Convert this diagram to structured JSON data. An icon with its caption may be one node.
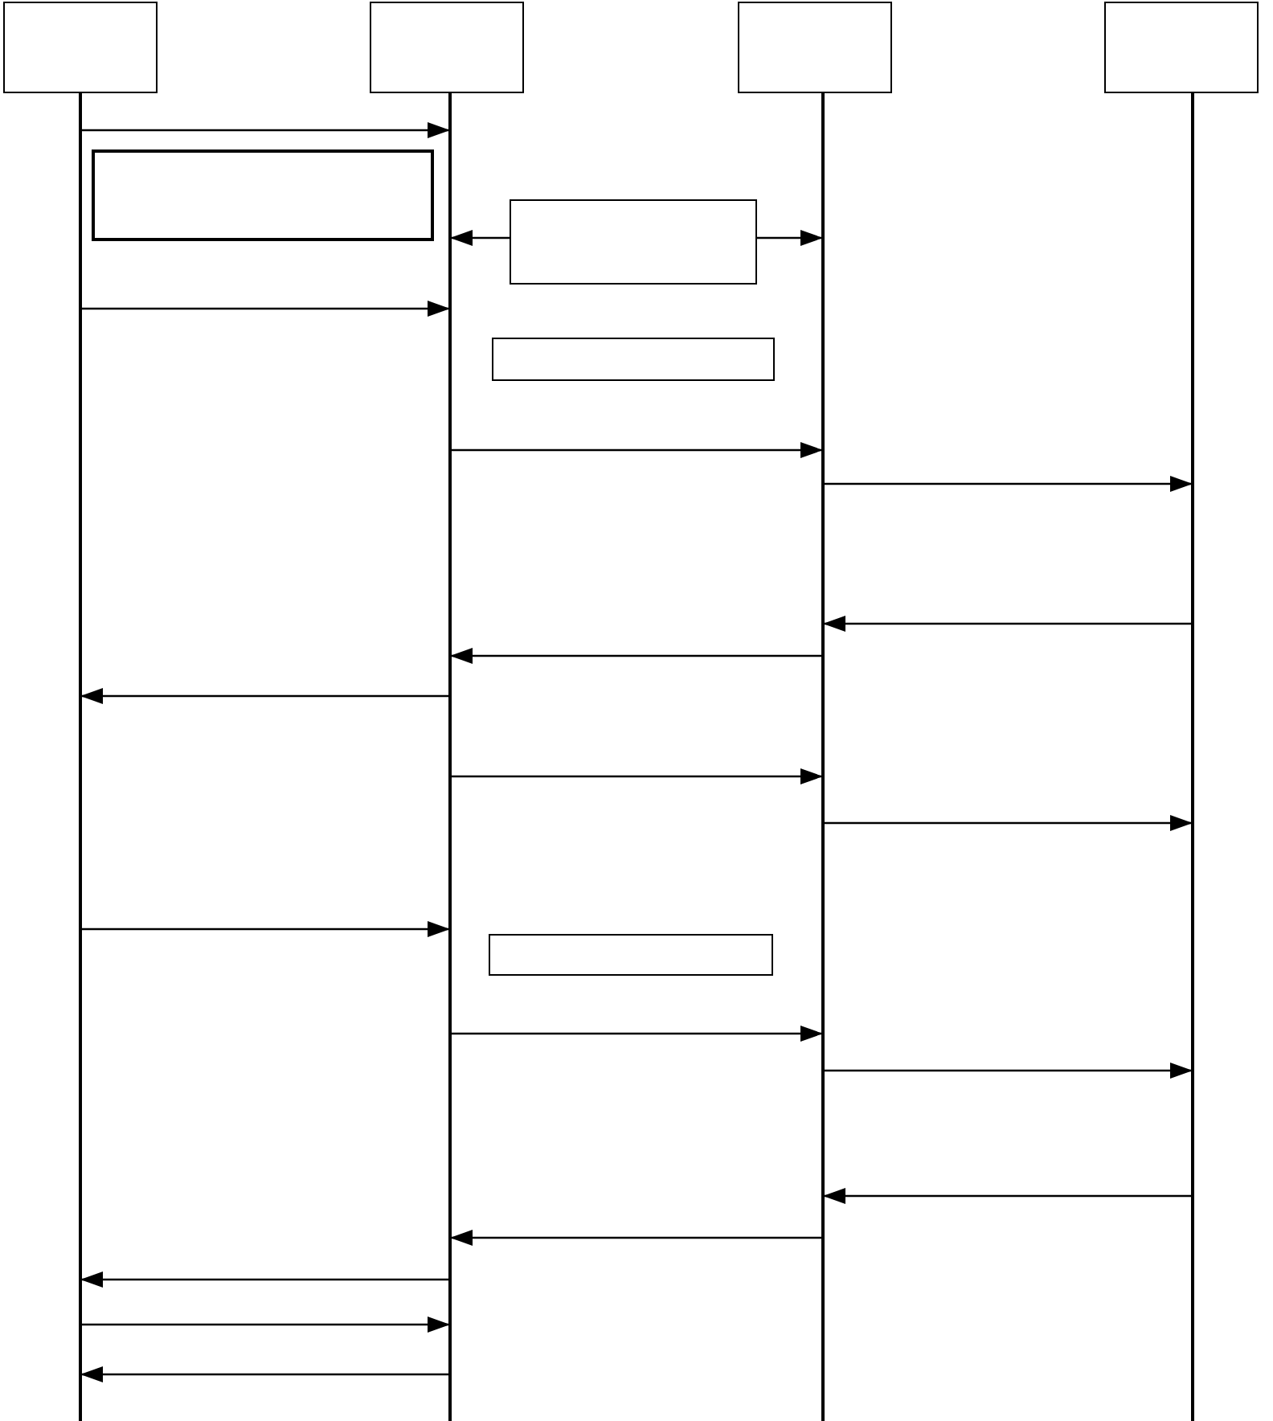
{
  "diagram": {
    "nodes": [
      {
        "text": [],
        "shape": "box"
      },
      {
        "text": [],
        "shape": "box"
      },
      {
        "text": [],
        "shape": "box"
      },
      {
        "text": [],
        "shape": "box"
      },
      {
        "text": [],
        "shape": "box"
      },
      {
        "text": [],
        "shape": "box"
      },
      {
        "text": [],
        "shape": "box"
      },
      {
        "text": [],
        "shape": "box"
      }
    ],
    "edges": [
      {
        "from": 0,
        "to": 1,
        "arrow": "to"
      },
      {
        "from": 0,
        "to": 1,
        "arrow": "to"
      },
      {
        "from": 1,
        "to": 2,
        "arrow": "to"
      },
      {
        "from": 2,
        "to": 3,
        "arrow": "to"
      },
      {
        "from": 3,
        "to": 2,
        "arrow": "to"
      },
      {
        "from": 2,
        "to": 1,
        "arrow": "to"
      },
      {
        "from": 1,
        "to": 0,
        "arrow": "to"
      },
      {
        "from": 1,
        "to": 2,
        "arrow": "to"
      },
      {
        "from": 2,
        "to": 3,
        "arrow": "to"
      },
      {
        "from": 0,
        "to": 1,
        "arrow": "to"
      },
      {
        "from": 1,
        "to": 2,
        "arrow": "to"
      },
      {
        "from": 2,
        "to": 3,
        "arrow": "to"
      },
      {
        "from": 3,
        "to": 2,
        "arrow": "to"
      },
      {
        "from": 2,
        "to": 1,
        "arrow": "to"
      },
      {
        "from": 1,
        "to": 0,
        "arrow": "to"
      },
      {
        "from": 0,
        "to": 1,
        "arrow": "to"
      },
      {
        "from": 1,
        "to": 0,
        "arrow": "to"
      },
      {
        "from": 5,
        "to": 1,
        "arrow": "to"
      },
      {
        "from": 5,
        "to": 2,
        "arrow": "to"
      }
    ]
  }
}
